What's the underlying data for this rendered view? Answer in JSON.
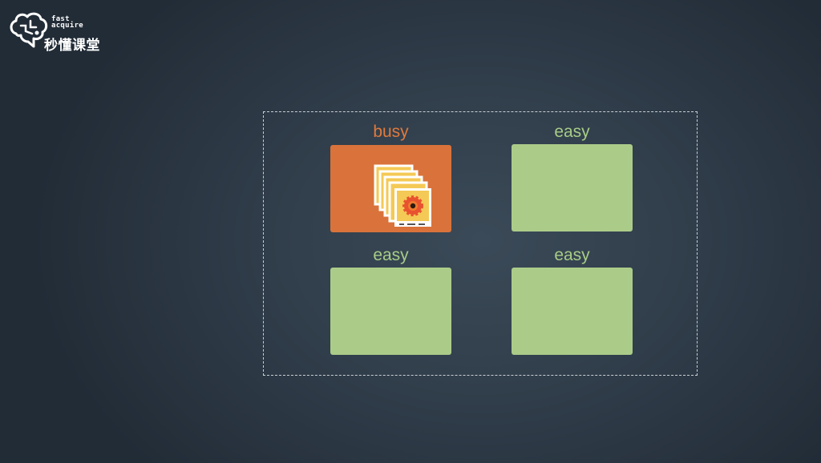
{
  "logo": {
    "en_line1": "fast",
    "en_line2": "acquire",
    "cn_text": "秒懂课堂"
  },
  "grid": {
    "cells": [
      {
        "label": "busy",
        "state": "busy",
        "color": "#d9733b",
        "icon": "photo-stack-icon"
      },
      {
        "label": "easy",
        "state": "easy",
        "color": "#abcc89"
      },
      {
        "label": "easy",
        "state": "easy",
        "color": "#abcc89"
      },
      {
        "label": "easy",
        "state": "easy",
        "color": "#abcc89"
      }
    ]
  },
  "colors": {
    "busy_label": "#e07a3c",
    "easy_label": "#a7cc86",
    "background": "#2b3642"
  }
}
